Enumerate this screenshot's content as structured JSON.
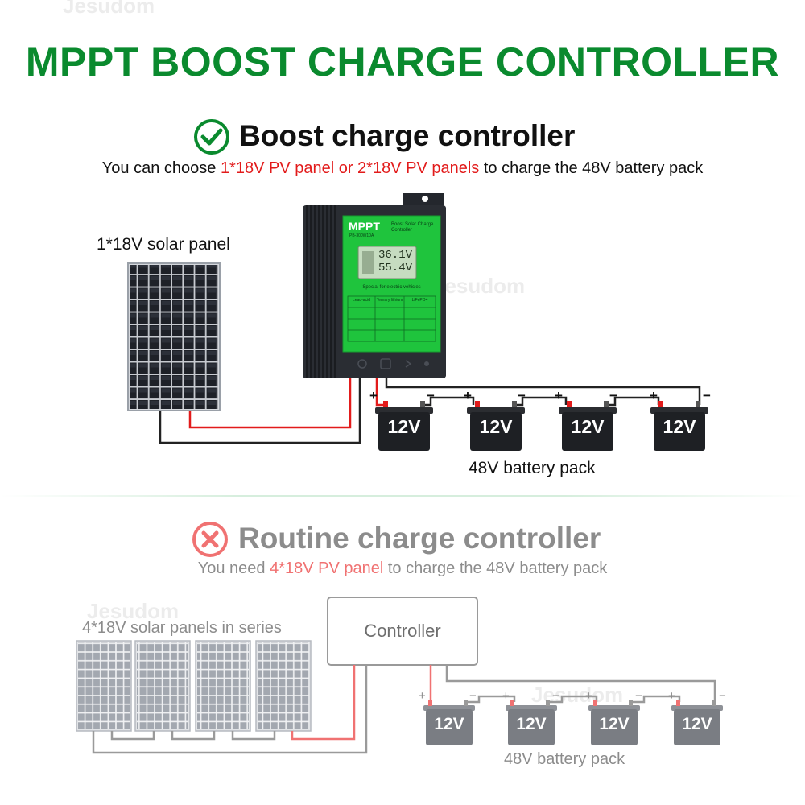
{
  "watermark": "Jesudom",
  "title": "MPPT BOOST CHARGE CONTROLLER",
  "boost_section": {
    "heading": "Boost charge controller",
    "sub_before": "You can choose ",
    "sub_highlight": "1*18V PV panel or 2*18V PV panels",
    "sub_after": " to charge the 48V battery pack",
    "panel_label": "1*18V solar panel",
    "battery_pack_label": "48V battery pack",
    "battery_voltage": "12V",
    "plus": "+",
    "minus": "−"
  },
  "controller_device": {
    "brand": "MPPT",
    "model": "PB-300W10A",
    "description_line1": "Boost Solar Charge",
    "description_line2": "Controller",
    "lcd_line1": "36.1V",
    "lcd_line2": "55.4V",
    "special_note": "Special for electric vehicles",
    "table_headers": [
      "Lead-acid",
      "Ternary lithium",
      "LiFePO4"
    ]
  },
  "routine_section": {
    "heading": "Routine charge controller",
    "sub_before": "You need ",
    "sub_highlight": "4*18V PV panel",
    "sub_after": " to charge the 48V battery pack",
    "panels_label": "4*18V solar panels in series",
    "controller_label": "Controller",
    "battery_pack_label": "48V battery pack",
    "battery_voltage": "12V",
    "plus": "+",
    "minus": "−"
  },
  "colors": {
    "title_green": "#0a8a2e",
    "highlight_red": "#e21b1b",
    "highlight_pink": "#f07272",
    "device_green": "#1fc43d",
    "wire_red": "#e21b1b",
    "wire_dark": "#222222"
  }
}
